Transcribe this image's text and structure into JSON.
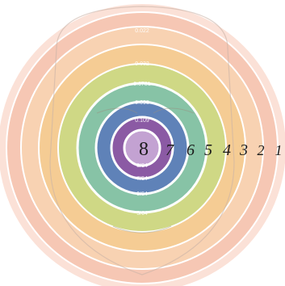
{
  "diagram": {
    "rings": [
      {
        "number": "1",
        "label": "0.022",
        "color": "#f6c7b4"
      },
      {
        "number": "2",
        "label": "",
        "color": "#f8d2b2"
      },
      {
        "number": "3",
        "label": "0.032",
        "color": "#f5cc94"
      },
      {
        "number": "4",
        "label": "0.0781",
        "color": "#cfd885"
      },
      {
        "number": "5",
        "label": "0.093",
        "color": "#87c3a6"
      },
      {
        "number": "6",
        "label": "0.109",
        "color": "#5f82b8"
      },
      {
        "number": "7",
        "label": "",
        "color": "#8b5aa4"
      },
      {
        "number": "8",
        "label": "",
        "color": "#c3a2d2"
      }
    ],
    "lower_labels": [
      "3/64",
      "7/64",
      "9/64",
      "5/64"
    ],
    "outer_color": "#fbe1d7",
    "separator_color": "#ffffff"
  }
}
